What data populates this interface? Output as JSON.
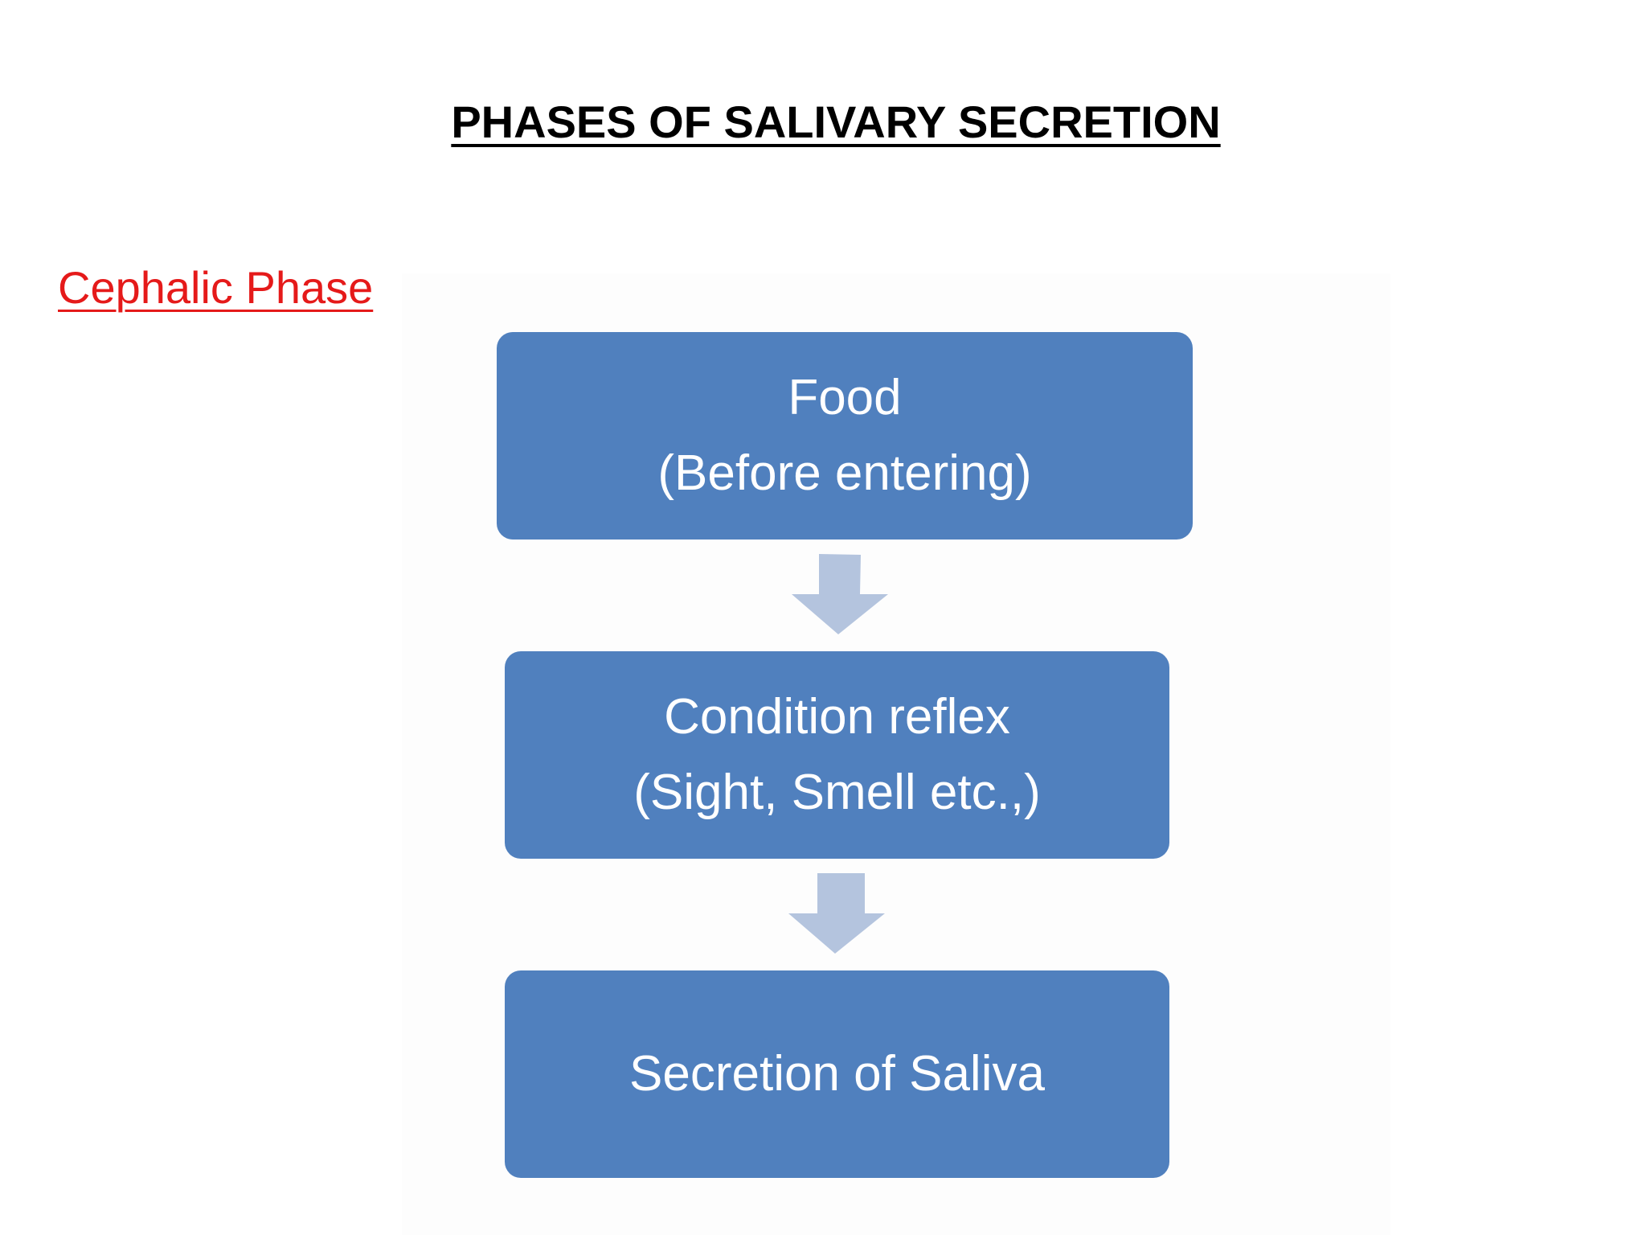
{
  "title": "PHASES OF SALIVARY SECRETION",
  "subtitle": "Cephalic Phase",
  "colors": {
    "box_fill": "#5080BE",
    "arrow_fill": "#B4C4DE",
    "subtitle_color": "#E51A1A",
    "title_color": "#000000"
  },
  "flow": {
    "steps": [
      {
        "line1": "Food",
        "line2": "(Before entering)"
      },
      {
        "line1": "Condition reflex",
        "line2": "(Sight, Smell etc.,)"
      },
      {
        "line1": "Secretion of Saliva"
      }
    ]
  }
}
